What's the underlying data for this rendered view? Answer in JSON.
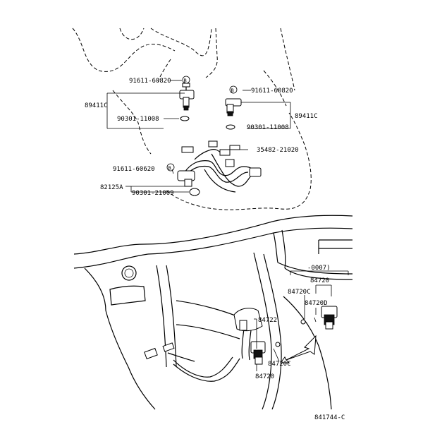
{
  "diagram": {
    "labels": {
      "bolt_a": "91611-60820",
      "bolt_b": "91611-60820",
      "bolt_c": "91611-60620",
      "sensor_left": "89411C",
      "sensor_right": "89411C",
      "oring_a": "90301-11008",
      "oring_b": "90301-11008",
      "clamp": "35482-21020",
      "wire": "82125A",
      "oring_c": "90301-21009",
      "range": "-0007)",
      "sw_top": "84720",
      "sw_c_top": "84720C",
      "sw_d": "84720D",
      "sw_mid": "84722",
      "sw_c_bottom": "84720C",
      "sw_bottom": "84720",
      "figure_code": "841744-C"
    },
    "callout_letter": "B"
  }
}
